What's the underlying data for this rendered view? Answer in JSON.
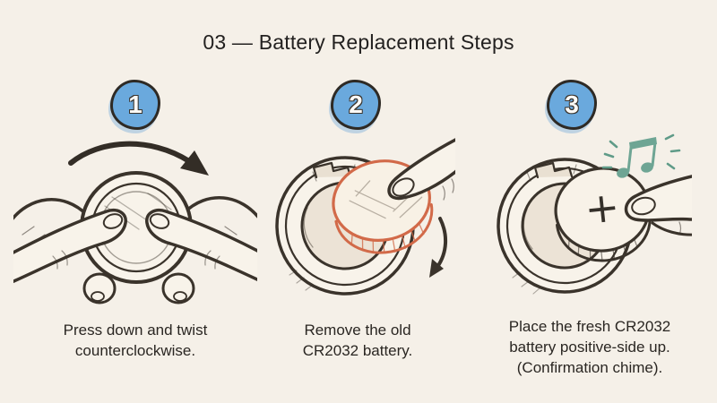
{
  "title": "03 — Battery Replacement Steps",
  "palette": {
    "background": "#f5f0e8",
    "ink": "#3a332b",
    "badge_fill": "#6aa9dd",
    "badge_number_color": "#fcfbf7",
    "old_battery_accent": "#d26a49",
    "chime_accent": "#6ea594"
  },
  "steps": [
    {
      "number": "1",
      "caption": [
        "Press down and twist",
        "counterclockwise."
      ],
      "illustration": "two-fingers-pressing-and-twisting-battery-cover",
      "icon": "rotation-arrow-icon"
    },
    {
      "number": "2",
      "caption": [
        "Remove the old",
        "CR2032 battery."
      ],
      "illustration": "finger-lifting-old-cr2032-from-compartment",
      "icon": "removal-arrow-icon"
    },
    {
      "number": "3",
      "caption": [
        "Place the fresh CR2032",
        "battery positive-side up.",
        "(Confirmation chime)."
      ],
      "illustration": "finger-placing-fresh-cr2032-positive-up",
      "polarity": "+",
      "icon": "music-note-icon"
    }
  ]
}
